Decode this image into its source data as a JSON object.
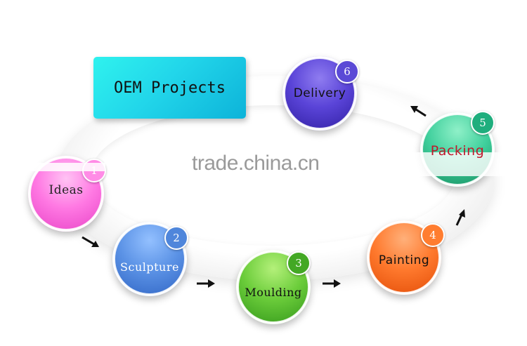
{
  "title": "OEM Projects",
  "watermark": "trade.china.cn",
  "steps": [
    {
      "number": "1",
      "label": "Ideas",
      "color": "#ff66dd"
    },
    {
      "number": "2",
      "label": "Sculpture",
      "color": "#4f8fe0"
    },
    {
      "number": "3",
      "label": "Moulding",
      "color": "#5cc23a"
    },
    {
      "number": "4",
      "label": "Painting",
      "color": "#ff6a1f"
    },
    {
      "number": "5",
      "label": "Packing",
      "color": "#2cb98a"
    },
    {
      "number": "6",
      "label": "Delivery",
      "color": "#4a3cc9"
    }
  ]
}
